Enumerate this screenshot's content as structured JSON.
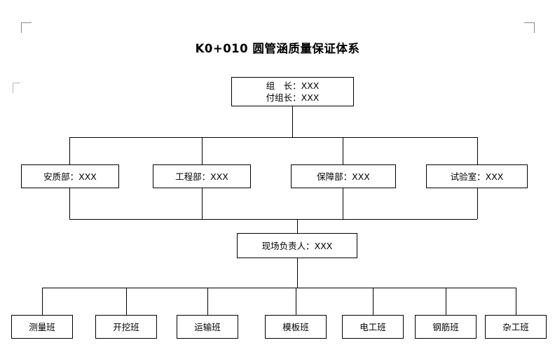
{
  "document": {
    "title": "K0+010 圆管涵质量保证体系"
  },
  "chart": {
    "type": "org-chart",
    "levels": [
      {
        "name": "leadership",
        "nodes": [
          {
            "lines": [
              "组　长：XXX",
              "付组长：XXX"
            ]
          }
        ]
      },
      {
        "name": "departments",
        "nodes": [
          {
            "lines": [
              "安质部：XXX"
            ]
          },
          {
            "lines": [
              "工程部：XXX"
            ]
          },
          {
            "lines": [
              "保障部：XXX"
            ]
          },
          {
            "lines": [
              "试验室：XXX"
            ]
          }
        ]
      },
      {
        "name": "site-manager",
        "nodes": [
          {
            "lines": [
              "现场负责人：XXX"
            ]
          }
        ]
      },
      {
        "name": "teams",
        "nodes": [
          {
            "lines": [
              "测量班"
            ]
          },
          {
            "lines": [
              "开挖班"
            ]
          },
          {
            "lines": [
              "运输班"
            ]
          },
          {
            "lines": [
              "模板班"
            ]
          },
          {
            "lines": [
              "电工班"
            ]
          },
          {
            "lines": [
              "钢筋班"
            ]
          },
          {
            "lines": [
              "杂工班"
            ]
          }
        ]
      }
    ]
  },
  "boxes": {
    "leader_line1": "组　长：XXX",
    "leader_line2": "付组长：XXX",
    "dept1": "安质部：XXX",
    "dept2": "工程部：XXX",
    "dept3": "保障部：XXX",
    "dept4": "试验室：XXX",
    "site": "现场负责人：XXX",
    "team1": "测量班",
    "team2": "开挖班",
    "team3": "运输班",
    "team4": "模板班",
    "team5": "电工班",
    "team6": "钢筋班",
    "team7": "杂工班"
  }
}
